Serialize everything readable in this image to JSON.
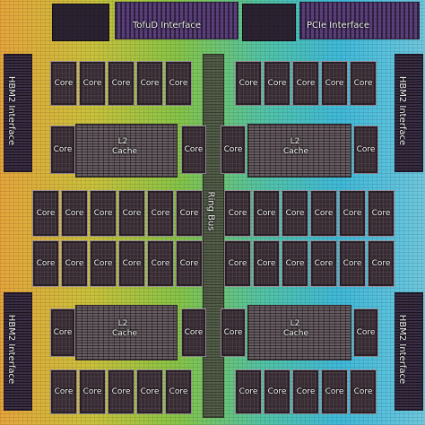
{
  "interfaces": {
    "tofud": "TofuD Interface",
    "pcie": "PCIe Interface",
    "hbm_top_left": "HBM2 Interface",
    "hbm_top_right": "HBM2 Interface",
    "hbm_bottom_left": "HBM2 Interface",
    "hbm_bottom_right": "HBM2 Interface"
  },
  "core_label": "Core",
  "cache_label": [
    "L2",
    "Cache"
  ],
  "ring_bus": "Ring Bus",
  "colors": {
    "core_fill": "#3a2d35",
    "interface_fill": "#5b3f7a",
    "label_text": "#ffffff"
  }
}
